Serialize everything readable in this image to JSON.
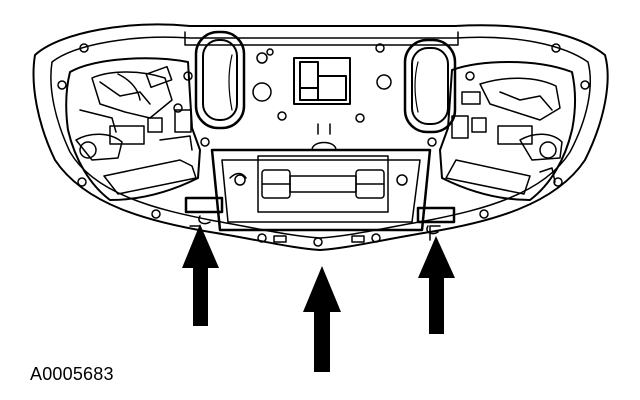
{
  "figure": {
    "id_label": "A0005683"
  },
  "colors": {
    "ink": "#000000",
    "paper": "#ffffff",
    "shade": "#ffffff"
  },
  "callouts": {
    "arrows": [
      {
        "points_to": "left-retaining-clip"
      },
      {
        "points_to": "center-panel-edge"
      },
      {
        "points_to": "right-retaining-clip"
      }
    ]
  }
}
